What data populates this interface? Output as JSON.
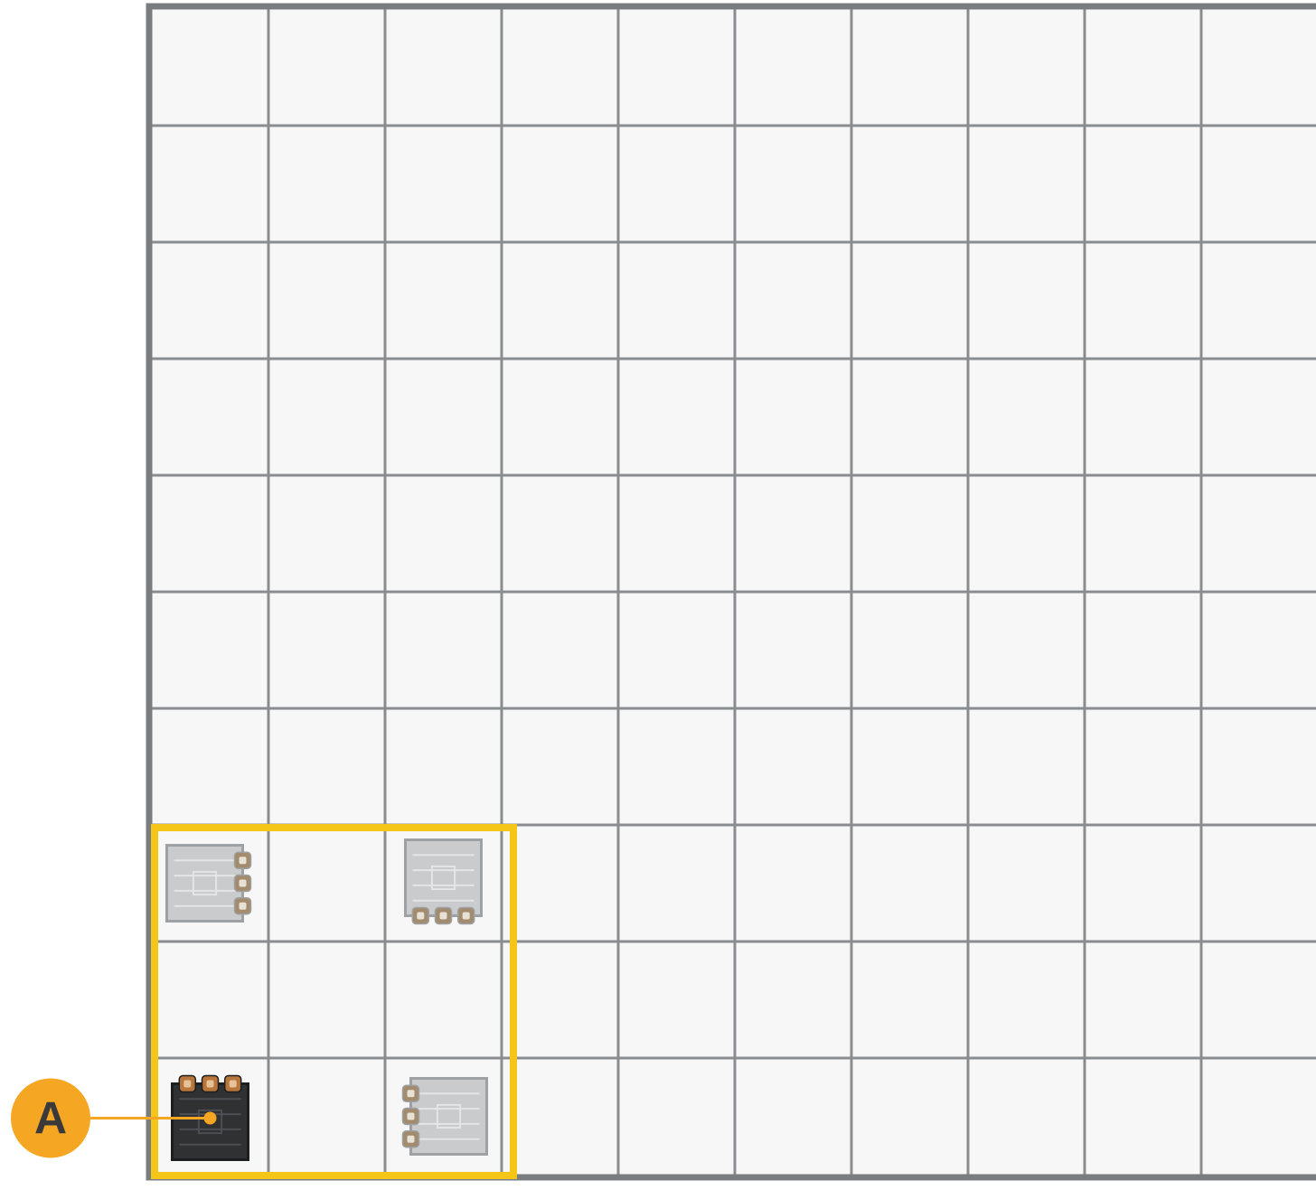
{
  "grid": {
    "rows": 10,
    "cols": 10,
    "background_color": "#f7f7f7",
    "line_color": "#8a8d8f",
    "border_color": "#7a7d80"
  },
  "highlight": {
    "color": "#f5c518",
    "cells": {
      "row_start": 8,
      "row_end": 10,
      "col_start": 1,
      "col_end": 3
    }
  },
  "components": [
    {
      "name": "chip-light-top-left",
      "row": 8,
      "col": 1,
      "style": "light",
      "pins": "right"
    },
    {
      "name": "chip-light-top-right",
      "row": 8,
      "col": 3,
      "style": "light",
      "pins": "bottom"
    },
    {
      "name": "chip-dark-bottom-left",
      "row": 10,
      "col": 1,
      "style": "dark",
      "pins": "top"
    },
    {
      "name": "chip-light-bottom-right",
      "row": 10,
      "col": 3,
      "style": "light",
      "pins": "left"
    }
  ],
  "callout": {
    "label": "A",
    "color": "#f5a623",
    "text_color": "#3a3a3a",
    "target_component": "chip-dark-bottom-left"
  }
}
